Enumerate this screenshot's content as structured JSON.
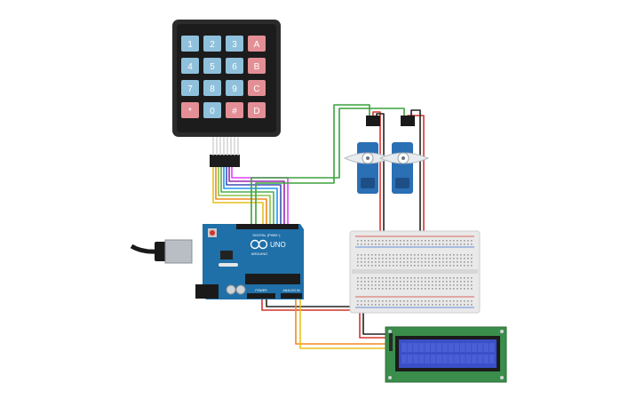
{
  "keypad": {
    "keys": [
      {
        "label": "1",
        "kind": "num"
      },
      {
        "label": "2",
        "kind": "num"
      },
      {
        "label": "3",
        "kind": "num"
      },
      {
        "label": "A",
        "kind": "letter"
      },
      {
        "label": "4",
        "kind": "num"
      },
      {
        "label": "5",
        "kind": "num"
      },
      {
        "label": "6",
        "kind": "num"
      },
      {
        "label": "B",
        "kind": "letter"
      },
      {
        "label": "7",
        "kind": "num"
      },
      {
        "label": "8",
        "kind": "num"
      },
      {
        "label": "9",
        "kind": "num"
      },
      {
        "label": "C",
        "kind": "letter"
      },
      {
        "label": "*",
        "kind": "letter"
      },
      {
        "label": "0",
        "kind": "num"
      },
      {
        "label": "#",
        "kind": "letter"
      },
      {
        "label": "D",
        "kind": "letter"
      }
    ]
  },
  "arduino": {
    "brand": "ARDUINO",
    "model": "UNO",
    "digital_label": "DIGITAL (PWM~)",
    "power_label": "POWER",
    "analog_label": "ANALOG IN"
  },
  "colors": {
    "board": "#1f6fa8",
    "key_num": "#8fc1dc",
    "key_letter": "#e38f95",
    "servo_body": "#2b6fb5",
    "lcd_pcb": "#3a8d4a",
    "lcd_screen": "#3b4fc9",
    "wire_red": "#d3352c",
    "wire_black": "#222222",
    "wire_green": "#3ca23c",
    "wire_orange": "#f28a21",
    "wire_yellow": "#e8c11c"
  }
}
